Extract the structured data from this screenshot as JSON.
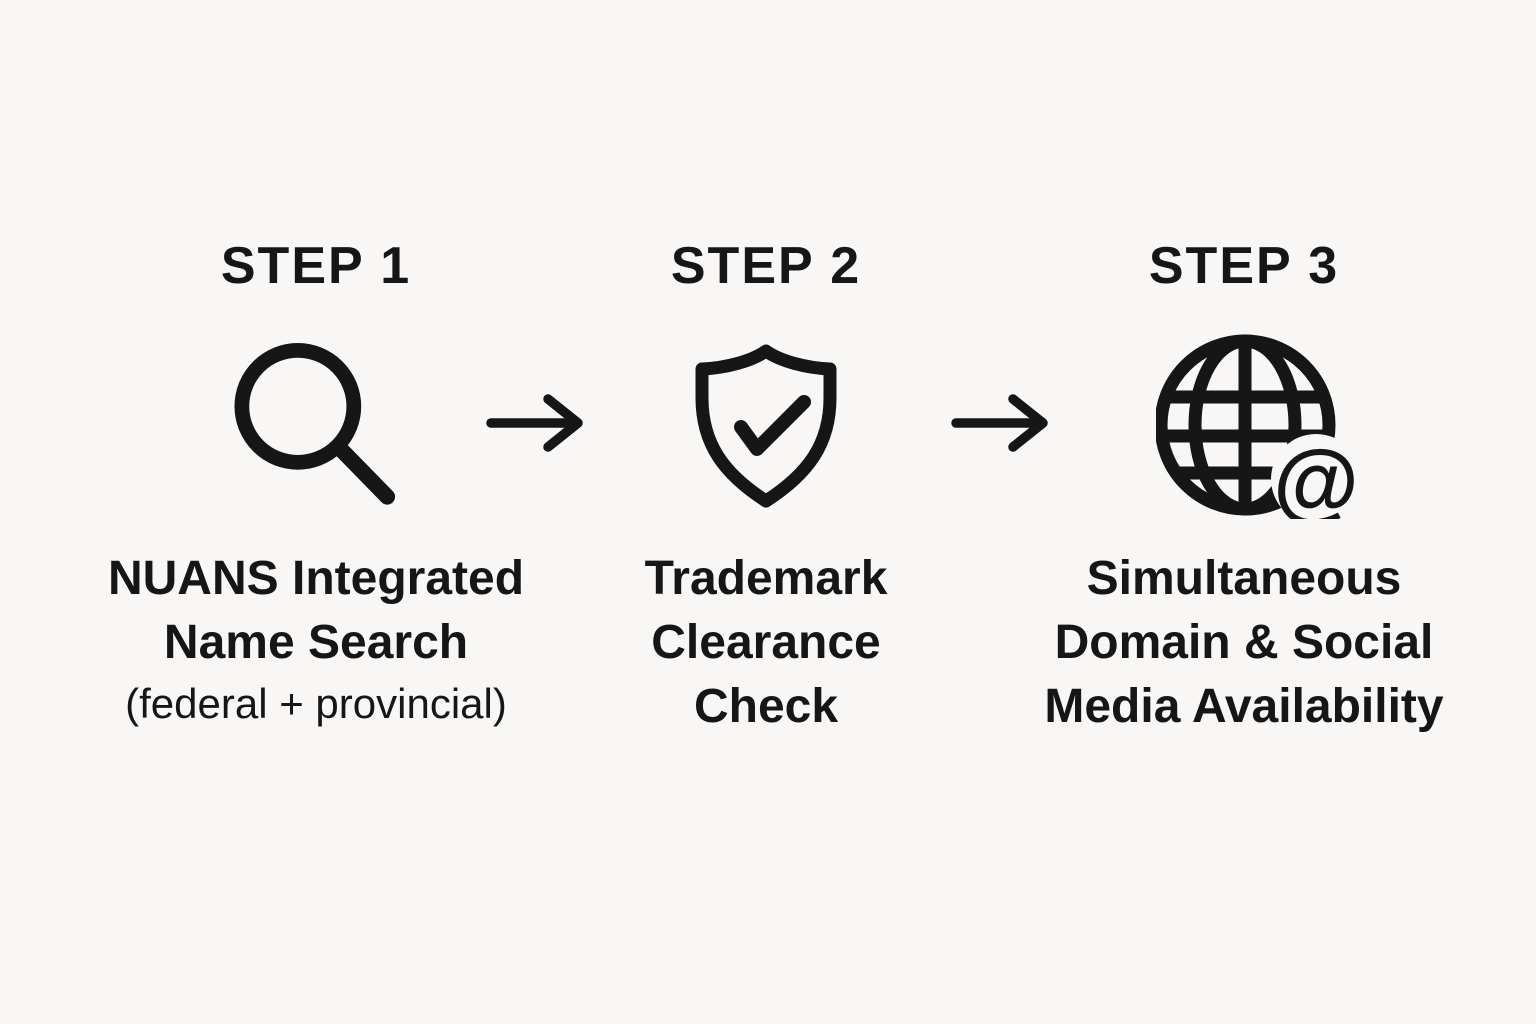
{
  "canvas": {
    "background_color": "#f8f7f5",
    "ink_color": "#161616"
  },
  "steps": [
    {
      "title": "STEP 1",
      "icon": "magnifying-glass",
      "label_lines": [
        "NUANS Integrated",
        "Name Search"
      ],
      "sub_label": "(federal + provincial)"
    },
    {
      "title": "STEP 2",
      "icon": "shield-check",
      "label_lines": [
        "Trademark",
        "Clearance",
        "Check"
      ]
    },
    {
      "title": "STEP 3",
      "icon": "globe-at",
      "label_lines": [
        "Simultaneous",
        "Domain & Social",
        "Media Availability"
      ]
    }
  ],
  "connectors": [
    {
      "icon": "arrow-right"
    },
    {
      "icon": "arrow-right"
    }
  ],
  "at_glyph": "@"
}
